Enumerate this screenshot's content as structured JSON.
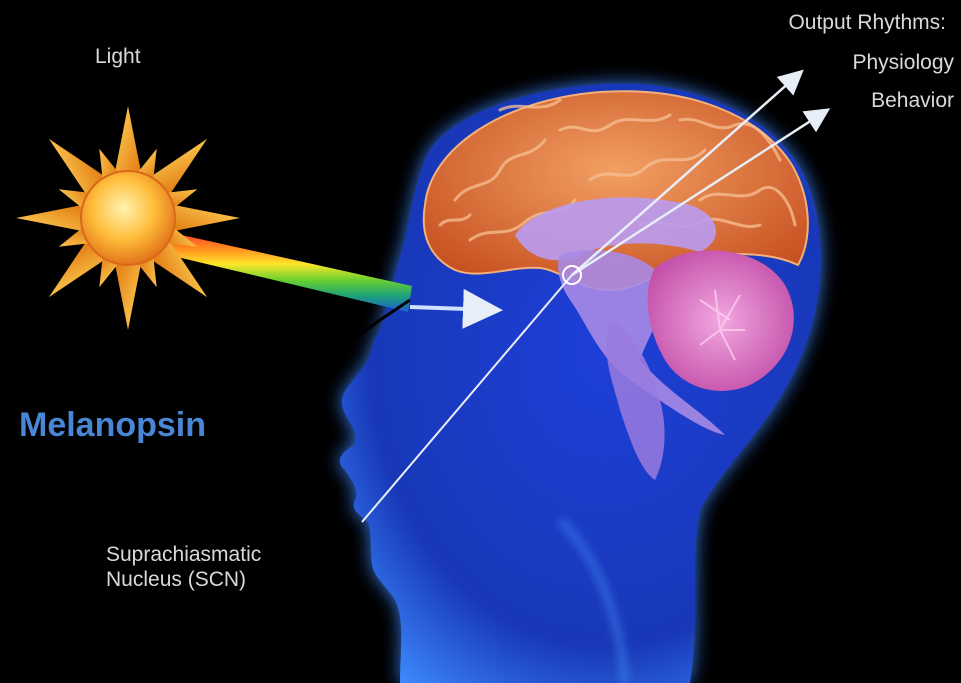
{
  "labels": {
    "light": "Light",
    "output_title": "Output Rhythms:",
    "outputs": [
      "Physiology",
      "Behavior"
    ],
    "scn_line1": "Suprachiasmatic",
    "scn_line2": "Nucleus (SCN)",
    "melanopsin": "Melanopsin"
  },
  "colors": {
    "background": "#000000",
    "label_text": "#d9d9d9",
    "melanopsin_text": "#4a86d6",
    "head_glow": "#2f6cff",
    "cortex": "#d9622b",
    "cerebellum": "#d05cb4",
    "sun": "#f6a623"
  },
  "icons": [
    "sun-icon",
    "head-icon",
    "brain-icon",
    "light-beam-icon",
    "scn-marker-icon"
  ]
}
